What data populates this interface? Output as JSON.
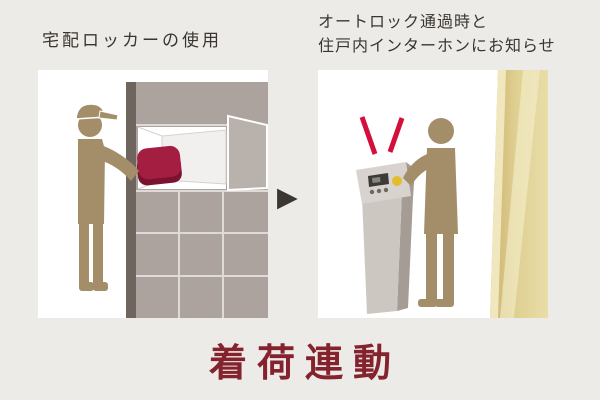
{
  "captions": {
    "left": "宅配ロッカーの使用",
    "right_line1": "オートロック通過時と",
    "right_line2": "住戸内インターホンにお知らせ"
  },
  "title": {
    "text": "着荷連動"
  },
  "icons": {
    "arrow_right": "▶"
  },
  "colors": {
    "page_bg": "#edebe8",
    "panel_bg": "#ffffff",
    "caption_text": "#3a352f",
    "title_maroon": "#84222e",
    "figure_tan": "#a38e69",
    "locker_gray": "#aca39e",
    "locker_edge": "#6f655f",
    "locker_door_open": "#b9b1ac",
    "package_red": "#a41e41",
    "package_red_dark": "#7c132e",
    "alert_red": "#d50f3c",
    "arrow_dark": "#3b3632",
    "gold_dark": "#cdb26c",
    "gold_mid": "#dfd092",
    "gold_light": "#e9dda8",
    "intercom_front": "#cdc7c2",
    "intercom_side": "#a59c96",
    "intercom_head": "#d8d3cf",
    "button_yellow": "#e3bd2c"
  }
}
